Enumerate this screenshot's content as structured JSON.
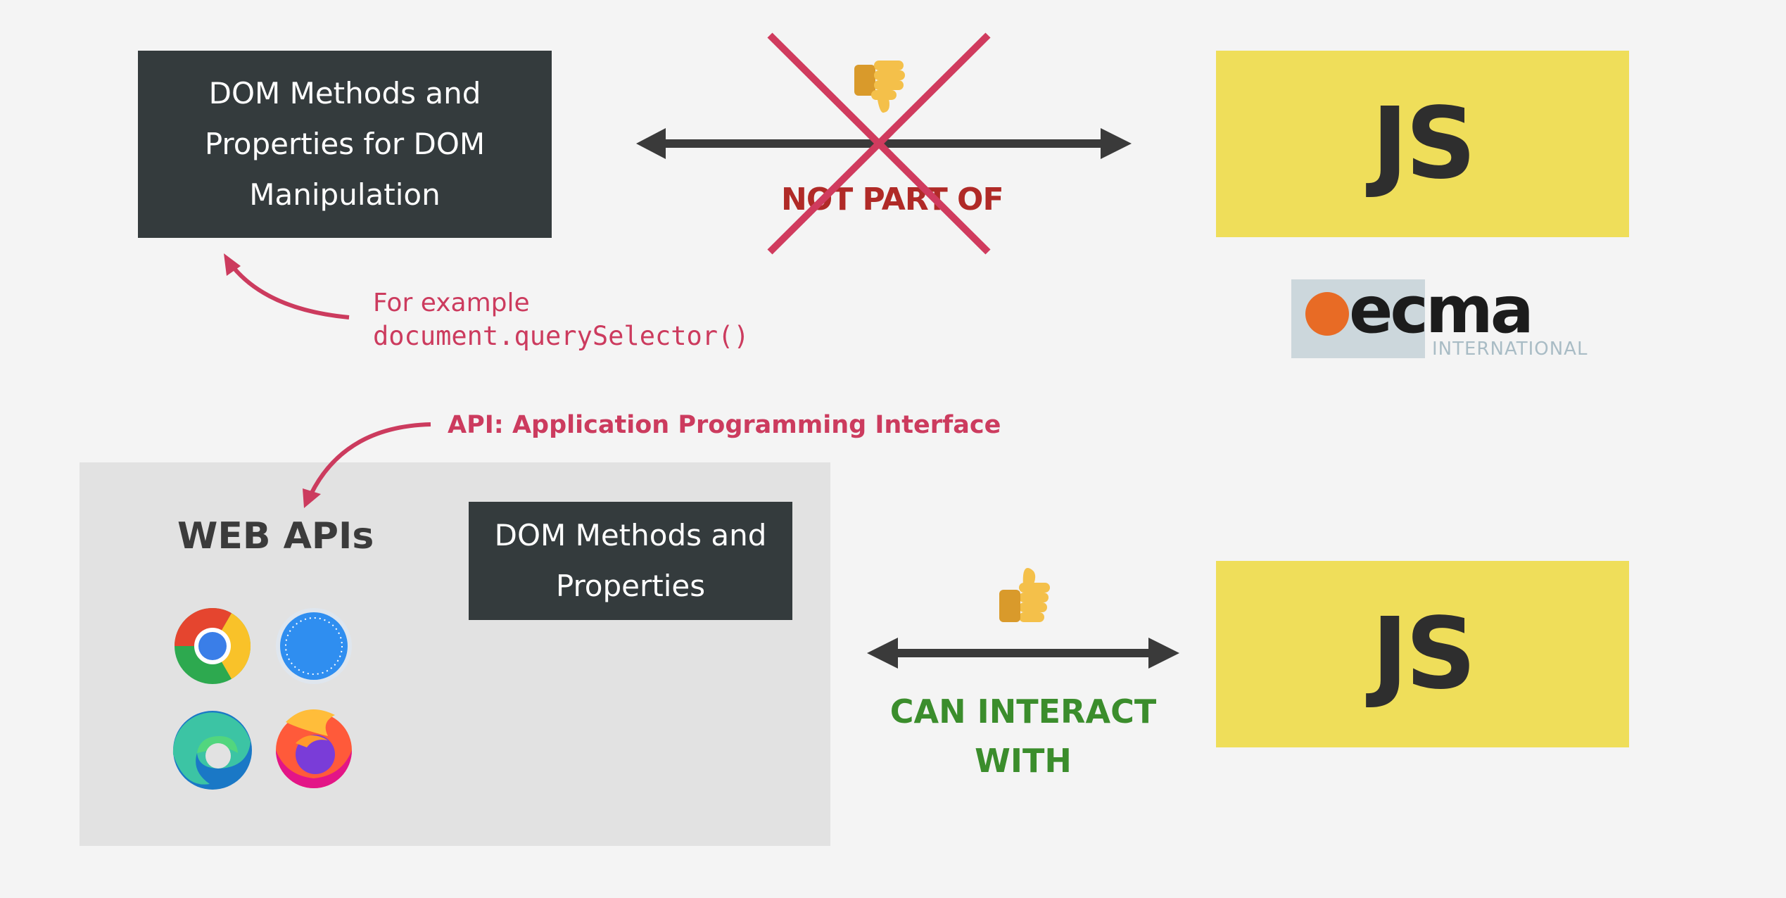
{
  "top_row": {
    "dom_box_text": "DOM Methods and Properties for DOM Manipulation",
    "relation_label": "NOT PART OF",
    "relation_icon": "thumbs-down-icon",
    "js_box_text": "JS",
    "ecma_logo": {
      "word": "ecma",
      "subword": "INTERNATIONAL"
    }
  },
  "example": {
    "label": "For example",
    "code": "document.querySelector()"
  },
  "api_note": "API: Application Programming Interface",
  "bottom_row": {
    "web_apis_title": "WEB APIs",
    "dom_box_text": "DOM Methods and Properties",
    "relation_label_line1": "CAN INTERACT",
    "relation_label_line2": "WITH",
    "relation_icon": "thumbs-up-icon",
    "js_box_text": "JS",
    "browsers": [
      "chrome-icon",
      "safari-icon",
      "edge-icon",
      "firefox-icon"
    ]
  },
  "colors": {
    "dark_box": "#343b3d",
    "js_yellow": "#efde5a",
    "accent_pink": "#cc3b5e",
    "not_part_red": "#b02a27",
    "cross_red": "#d03b5e",
    "interact_green": "#3b8d2c",
    "panel_grey": "#e2e2e2",
    "background": "#f4f4f4"
  }
}
